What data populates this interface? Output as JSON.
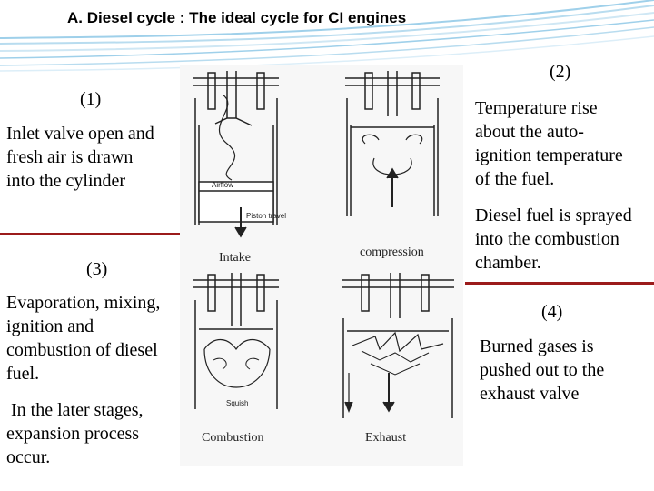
{
  "slide": {
    "title": "A. Diesel cycle : The ideal cycle for CI engines"
  },
  "steps": {
    "step1": {
      "number": "(1)",
      "text_lines": [
        "Inlet valve open and",
        "fresh air is drawn",
        "into the cylinder"
      ]
    },
    "step2": {
      "number": "(2)",
      "text_lines": [
        "Temperature rise",
        "about the auto-",
        "ignition temperature",
        "of the fuel."
      ],
      "text2_lines": [
        "Diesel fuel is sprayed",
        "into the combustion",
        "chamber."
      ]
    },
    "step3": {
      "number": "(3)",
      "text_lines": [
        "Evaporation, mixing,",
        "ignition and",
        "combustion of diesel",
        "fuel."
      ],
      "text2_lines": [
        " In the later stages,",
        "expansion process",
        "occur."
      ]
    },
    "step4": {
      "number": "(4)",
      "text_lines": [
        "Burned gases is",
        "pushed out to the",
        "exhaust valve"
      ]
    }
  },
  "diagrams": {
    "intake": {
      "caption": "Intake",
      "airflow_label": "Airflow",
      "piston_label": "Piston travel"
    },
    "compression": {
      "caption": "compression"
    },
    "combustion": {
      "caption": "Combustion",
      "squish_label": "Squish"
    },
    "exhaust": {
      "caption": "Exhaust"
    }
  },
  "colors": {
    "divider": "#9b1b1b",
    "header_wave": "#a9d3ea"
  }
}
